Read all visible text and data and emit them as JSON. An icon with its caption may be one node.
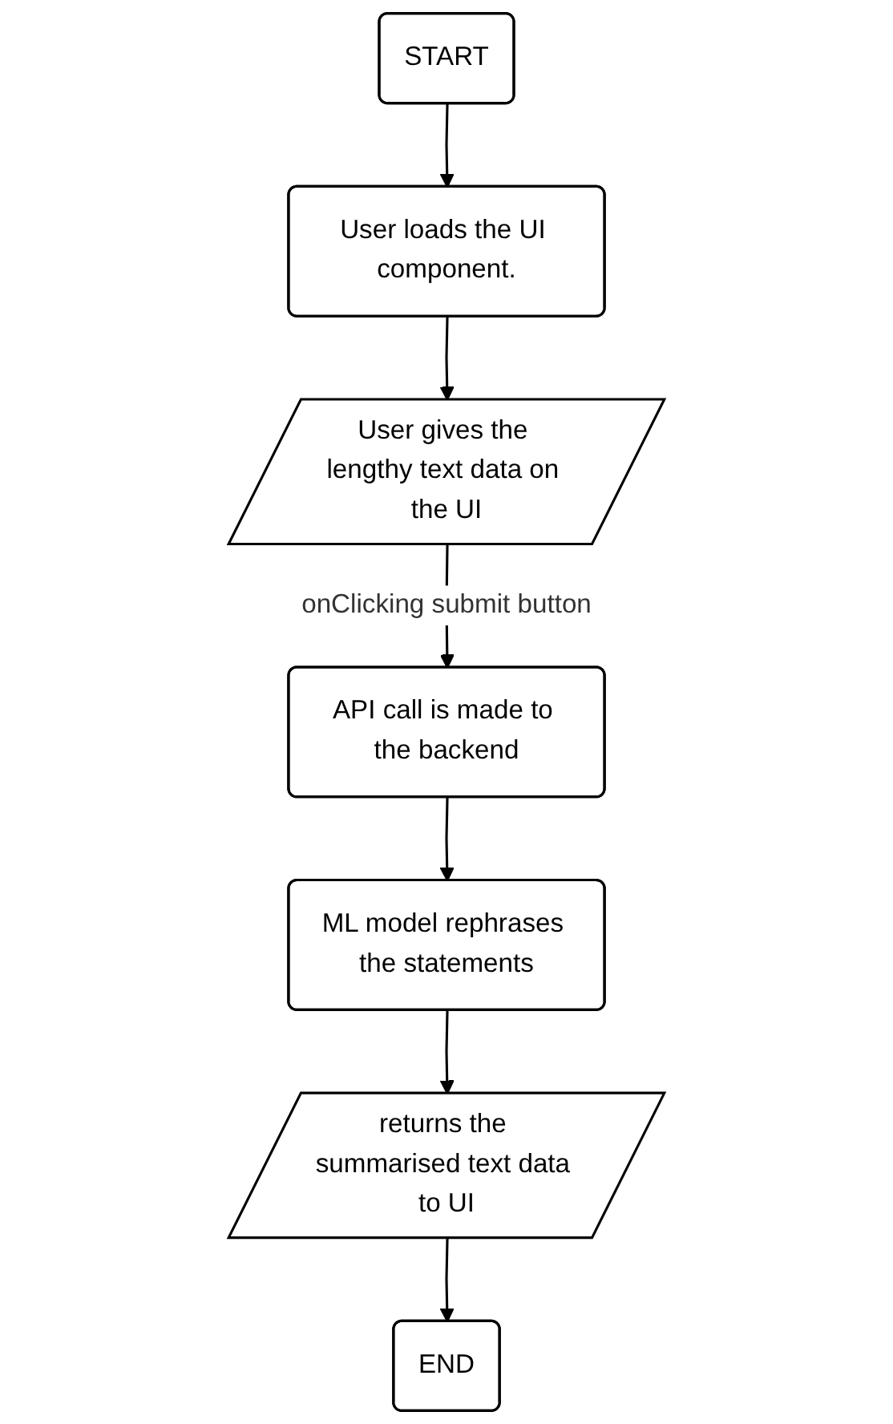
{
  "diagram": {
    "nodes": [
      {
        "text": [
          "START"
        ]
      },
      {
        "text": [
          "User loads the UI component."
        ]
      },
      {
        "text": [
          "User gives the lengthy text data on the UI"
        ]
      },
      {
        "text": [
          "API call is made to the backend"
        ]
      },
      {
        "text": [
          "ML model rephrases the statements"
        ]
      },
      {
        "text": [
          "returns the summarised text data to UI"
        ]
      },
      {
        "text": [
          "END"
        ]
      }
    ],
    "edges": [
      {
        "from": 0,
        "to": 1,
        "arrow": "to"
      },
      {
        "from": 1,
        "to": 2,
        "arrow": "to"
      },
      {
        "from": 2,
        "to": 3,
        "arrow": "to",
        "label": "onClicking submit button"
      },
      {
        "from": 3,
        "to": 4,
        "arrow": "to"
      },
      {
        "from": 4,
        "to": 5,
        "arrow": "to"
      },
      {
        "from": 5,
        "to": 6,
        "arrow": "to"
      }
    ]
  }
}
